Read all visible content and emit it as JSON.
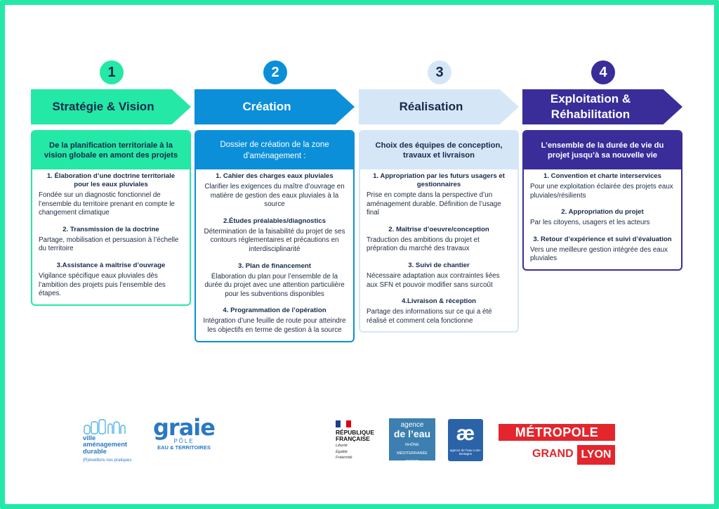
{
  "steps": [
    {
      "number": "1",
      "title": "Stratégie & Vision",
      "header": "De la planification territoriale à la vision globale en amont des projets",
      "items": [
        {
          "title": "1. Élaboration d’une doctrine territoriale pour les eaux pluviales",
          "text": "Fondée sur un diagnostic fonctionnel de l’ensemble du territoire prenant en compte le changement climatique"
        },
        {
          "title": "2. Transmission de la doctrine",
          "text": "Partage, mobilisation et persuasion à l’échelle du territoire"
        },
        {
          "title": "3.Assistance à maîtrise d’ouvrage",
          "text": "Vigilance spécifique eaux pluviales dès l’ambition des projets puis l’ensemble des étapes."
        }
      ]
    },
    {
      "number": "2",
      "title": "Création",
      "header": "Dossier de création de la zone d’aménagement :",
      "items": [
        {
          "title": "1. Cahier des charges eaux pluviales",
          "text": "Clarifier les exigences du maître d’ouvrage en matière de gestion des eaux pluviales à la source"
        },
        {
          "title": "2.Études préalables/diagnostics",
          "text": "Détermination de la faisabilité du projet de ses contours réglementaires et précautions en interdisciplinarité"
        },
        {
          "title": "3. Plan de financement",
          "text": "Élaboration du plan pour l’ensemble de la durée du projet avec une attention particulière pour les subventions disponibles"
        },
        {
          "title": "4. Programmation de l’opération",
          "text": "Intégration d’une feuille de route pour atteindre les objectifs en terme de gestion à la source"
        }
      ]
    },
    {
      "number": "3",
      "title": "Réalisation",
      "header": "Choix des équipes de conception, travaux et livraison",
      "items": [
        {
          "title": "1. Appropriation par les futurs usagers et gestionnaires",
          "text": "Prise en compte dans la perspective d’un aménagement durable. Définition de l’usage final"
        },
        {
          "title": "2. Maîtrise d’oeuvre/conception",
          "text": "Traduction des ambitions du projet et prépration du marché des travaux"
        },
        {
          "title": "3. Suivi de chantier",
          "text": "Nécessaire adaptation aux contraintes liées aux SFN et pouvoir modifier sans surcoût"
        },
        {
          "title": "4.Livraison & réception",
          "text": "Partage des informations sur ce qui a été réalisé et comment cela fonctionne"
        }
      ]
    },
    {
      "number": "4",
      "title": "Exploitation & Réhabilitation",
      "header": "L’ensemble de la durée de vie du projet jusqu’à sa nouvelle vie",
      "items": [
        {
          "title": "1. Convention et charte interservices",
          "text": "Pour une exploitation éclairée des projets eaux pluviales/résilients"
        },
        {
          "title": "2. Appropriation du projet",
          "text": "Par les citoyens, usagers et les acteurs"
        },
        {
          "title": "3. Retour d’expérience et suivi d’évaluation",
          "text": "Vers une meilleure gestion intégrée des eaux pluviales"
        }
      ]
    }
  ],
  "logos": {
    "vad": {
      "line1": "ville",
      "line2": "aménagement",
      "line3": "durable",
      "tagline": "(R)éveillons nos pratiques"
    },
    "graie": {
      "name": "graie",
      "sub1": "PÔLE",
      "sub2": "EAU & TERRITOIRES"
    },
    "rf": {
      "line1": "RÉPUBLIQUE",
      "line2": "FRANÇAISE",
      "motto1": "Liberté",
      "motto2": "Égalité",
      "motto3": "Fraternité"
    },
    "agence_rmc": {
      "l1": "agence",
      "l2": "de l’eau",
      "l3": "RHÔNE",
      "l4": "MÉDITERRANÉE",
      "l5": "CORSE"
    },
    "agence_lb": {
      "mark": "æ",
      "caption": "agence de l’eau Loire-Bretagne"
    },
    "metropole": {
      "l1": "MÉTROPOLE",
      "l2": "GRAND",
      "l3": "LYON"
    }
  },
  "colors": {
    "frame": "#23e8a8",
    "step1": "#24e8a6",
    "step2": "#0b8fd9",
    "step3": "#d5e7f7",
    "step4": "#3a2d99",
    "metropole": "#e3262d"
  }
}
